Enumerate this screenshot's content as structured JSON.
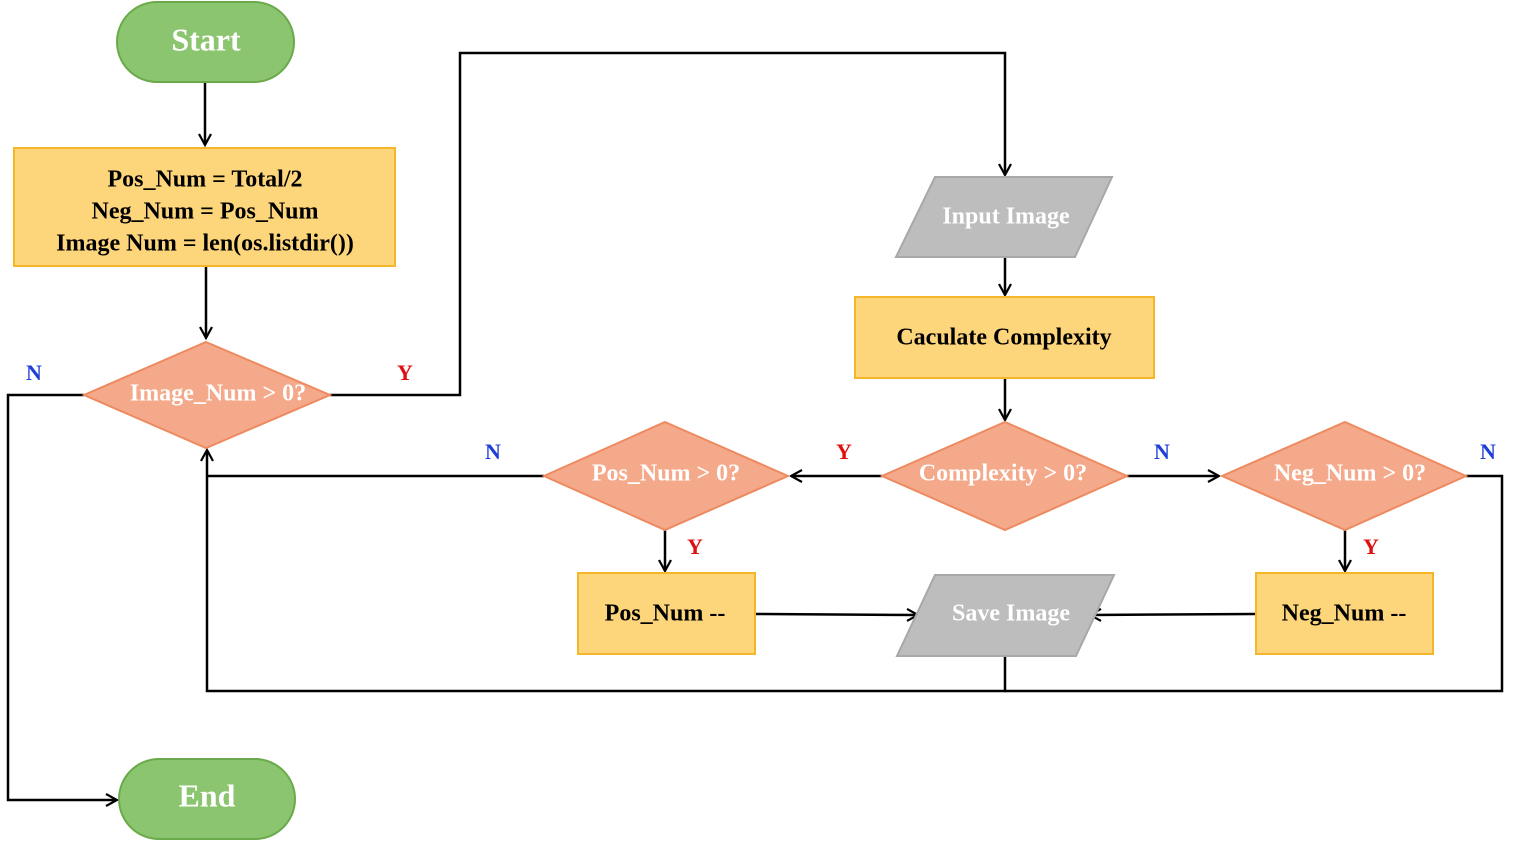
{
  "colors": {
    "terminal_fill": "#8cc56f",
    "terminal_stroke": "#6aaa4a",
    "process_fill": "#fdd57a",
    "process_stroke": "#f5b62a",
    "decision_fill": "#f4a98a",
    "decision_stroke": "#ee8a5f",
    "io_fill": "#bdbdbd",
    "io_stroke": "#a8a8a8",
    "no_label": "#1f3fd6",
    "yes_label": "#e01010"
  },
  "nodes": {
    "start": {
      "label": "Start",
      "shape": "terminal"
    },
    "init": {
      "shape": "process",
      "lines": [
        "Pos_Num = Total/2",
        "Neg_Num = Pos_Num",
        "Image Num = len(os.listdir())"
      ]
    },
    "image_check": {
      "label": "Image_Num > 0?",
      "shape": "decision"
    },
    "input_image": {
      "label": "Input Image",
      "shape": "io"
    },
    "calc_complexity": {
      "label": "Caculate Complexity",
      "shape": "process"
    },
    "complexity_check": {
      "label": "Complexity > 0?",
      "shape": "decision"
    },
    "pos_check": {
      "label": "Pos_Num > 0?",
      "shape": "decision"
    },
    "neg_check": {
      "label": "Neg_Num > 0?",
      "shape": "decision"
    },
    "pos_dec": {
      "label": "Pos_Num --",
      "shape": "process"
    },
    "neg_dec": {
      "label": "Neg_Num --",
      "shape": "process"
    },
    "save_image": {
      "label": "Save Image",
      "shape": "io"
    },
    "end": {
      "label": "End",
      "shape": "terminal"
    }
  },
  "edge_labels": {
    "image_no": "N",
    "image_yes": "Y",
    "complexity_yes": "Y",
    "complexity_no": "N",
    "pos_no": "N",
    "pos_yes": "Y",
    "neg_no": "N",
    "neg_yes": "Y"
  }
}
